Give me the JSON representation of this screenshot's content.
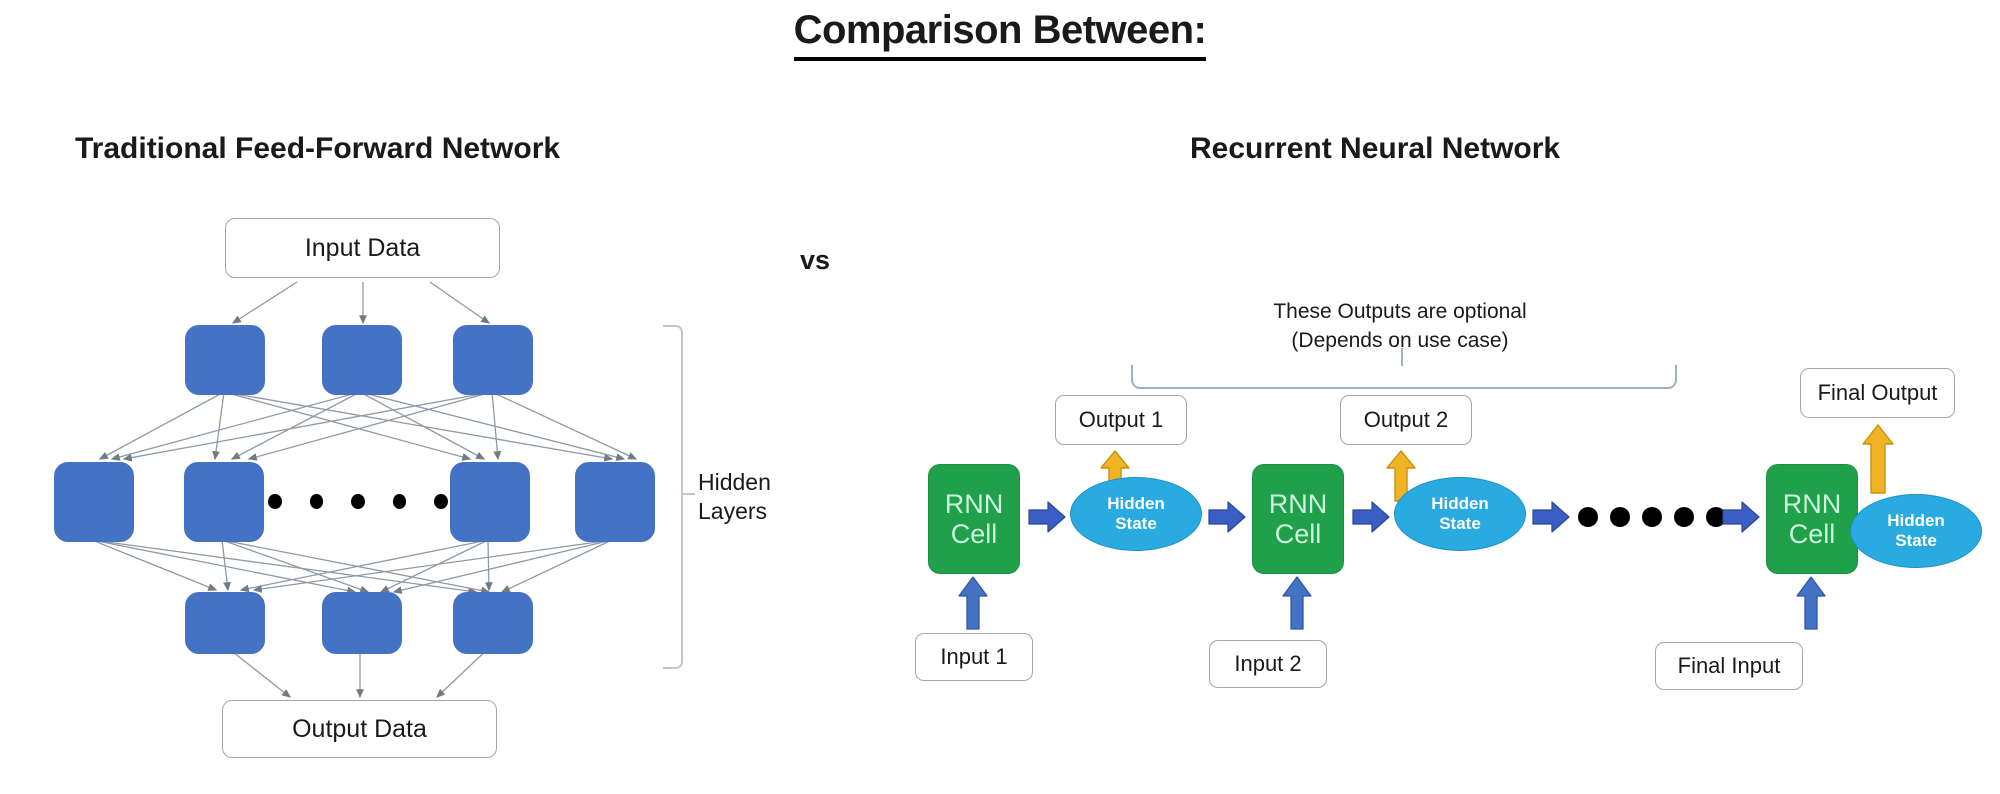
{
  "title": "Comparison Between:",
  "vs_label": "vs",
  "feed_forward": {
    "title": "Traditional Feed-Forward Network",
    "input_box": "Input Data",
    "output_box": "Output Data",
    "hidden_layers_label_line1": "Hidden",
    "hidden_layers_label_line2": "Layers",
    "layer1_nodes": 3,
    "layer2_nodes": 4,
    "layer2_ellipsis_dots": 5,
    "layer3_nodes": 3,
    "node_color": "#4472c4"
  },
  "rnn": {
    "title": "Recurrent Neural Network",
    "optional_note_line1": "These Outputs are optional",
    "optional_note_line2": "(Depends on use case)",
    "cells": [
      {
        "cell_label_line1": "RNN",
        "cell_label_line2": "Cell",
        "hidden_label_line1": "Hidden",
        "hidden_label_line2": "State",
        "input_box": "Input 1",
        "output_box": "Output 1"
      },
      {
        "cell_label_line1": "RNN",
        "cell_label_line2": "Cell",
        "hidden_label_line1": "Hidden",
        "hidden_label_line2": "State",
        "input_box": "Input 2",
        "output_box": "Output 2"
      },
      {
        "cell_label_line1": "RNN",
        "cell_label_line2": "Cell",
        "hidden_label_line1": "Hidden",
        "hidden_label_line2": "State",
        "input_box": "Final Input",
        "output_box": "Final Output"
      }
    ],
    "ellipsis_dots": 5,
    "cell_color": "#20a04a",
    "hidden_state_color": "#29abe2",
    "flow_arrow_color": "#3b5ec4",
    "output_arrow_color": "#f0b323"
  }
}
